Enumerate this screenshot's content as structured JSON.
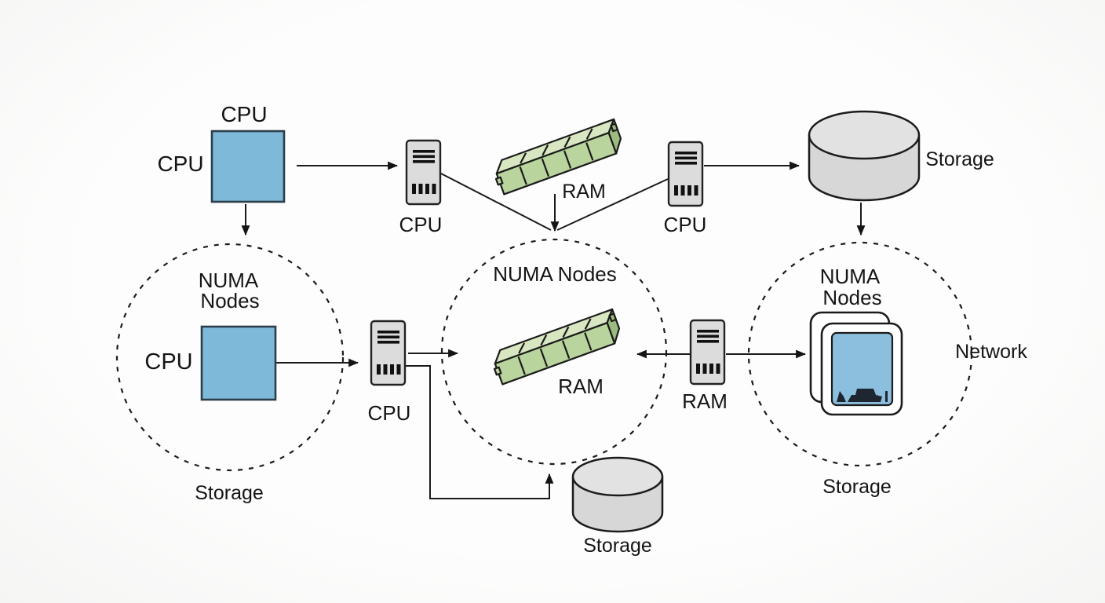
{
  "diagram_type": "numa-architecture-diagram",
  "top_row": {
    "cpu_die": {
      "label_above": "CPU",
      "label_left": "CPU"
    },
    "cpu_chip_left": {
      "label": "CPU"
    },
    "ram_stick": {
      "label": "RAM"
    },
    "cpu_chip_right": {
      "label": "CPU"
    },
    "storage": {
      "label": "Storage"
    }
  },
  "numa_left": {
    "title_line1": "NUMA",
    "title_line2": "Nodes",
    "cpu_die_label": "CPU",
    "storage_label": "Storage"
  },
  "middle_row": {
    "cpu_chip": {
      "label": "CPU"
    },
    "ram_chip": {
      "label": "RAM"
    }
  },
  "numa_center": {
    "title": "NUMA Nodes",
    "ram_label": "RAM"
  },
  "numa_right": {
    "title_line1": "NUMA",
    "title_line2": "Nodes",
    "network_label": "Network",
    "storage_label": "Storage"
  },
  "bottom": {
    "storage": {
      "label": "Storage"
    }
  },
  "icons": {
    "cpu_die": "blue-square-die-icon",
    "cpu_chip": "gray-module-chip-icon",
    "ram_chip": "gray-module-chip-icon",
    "ram_stick": "green-dimm-stick-icon",
    "storage": "database-cylinder-icon",
    "network_node": "stacked-screens-icon"
  },
  "colors": {
    "background": "#fcfcfc",
    "cpu_die_blue": "#7eb9da",
    "cpu_die_border": "#2b3e49",
    "ram_front_green": "#b9d49c",
    "ram_top_green": "#d8e7c2",
    "ram_end_green": "#9cbb81",
    "chip_gray": "#dcdcdc",
    "storage_gray_body": "#d7d7d7",
    "storage_gray_top": "#e2e2e2",
    "screen_blue": "#8cbedd",
    "silhouette_dark": "#1e2631",
    "line_black": "#1a1a1a",
    "text_black": "#141414"
  }
}
